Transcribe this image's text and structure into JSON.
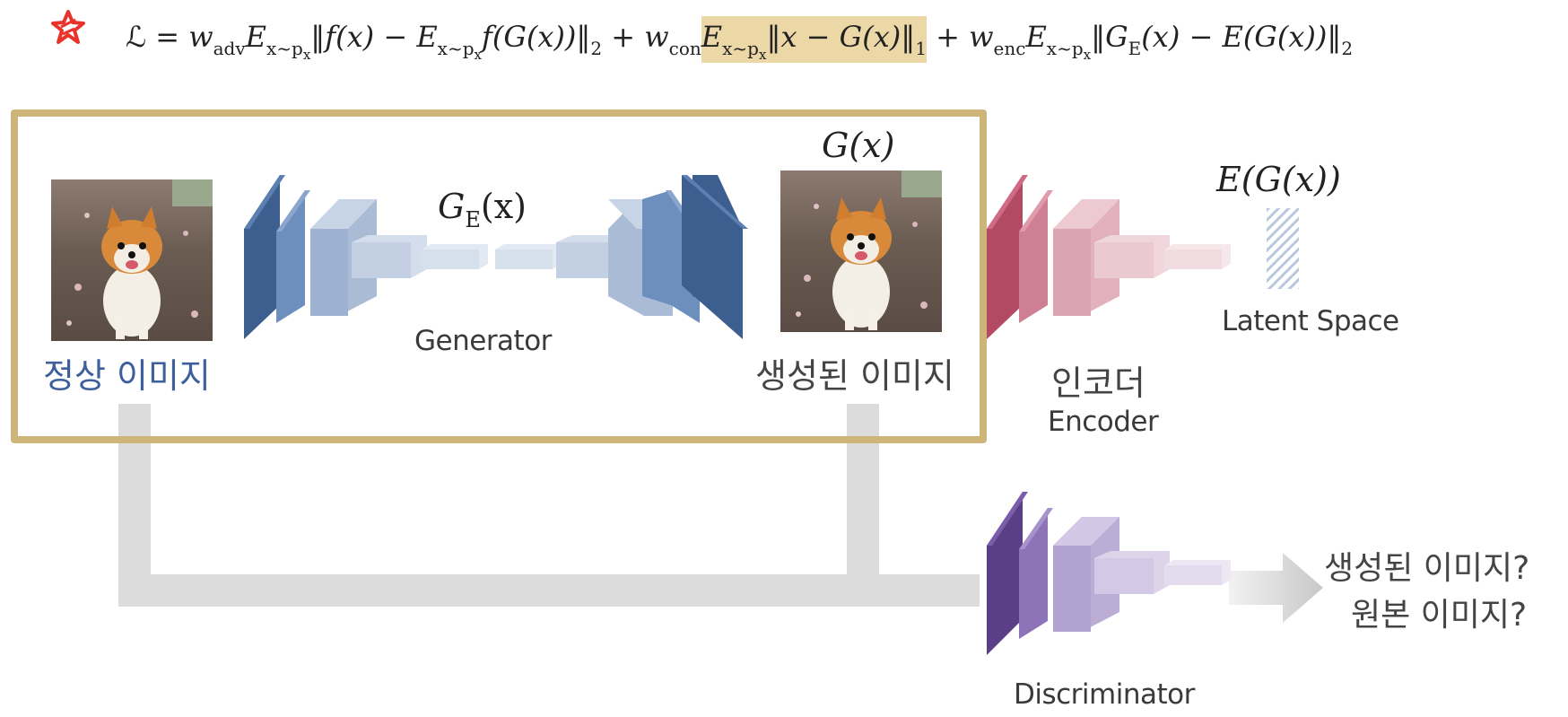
{
  "formula": {
    "icon": "red-star-icon",
    "loss_symbol": "ℒ",
    "equals": "=",
    "w_adv": "w",
    "w_adv_sub": "adv",
    "expect": "E",
    "expect_sub": "x~p",
    "expect_subsub": "x",
    "term1_body": "‖f(x) − ",
    "term1_body2": "f(G(x))‖",
    "norm2": "2",
    "plus": "+",
    "w_con": "w",
    "w_con_sub": "con",
    "term2_body": "‖x − G(x)‖",
    "norm1": "1",
    "w_enc": "w",
    "w_enc_sub": "enc",
    "term3_body": "‖G",
    "term3_sub": "E",
    "term3_body2": "(x) − E(G(x))‖"
  },
  "labels": {
    "ge_x_main": "G",
    "ge_x_sub": "E",
    "ge_x_tail": "(x)",
    "g_x": "G(x)",
    "e_g_x": "E(G(x))",
    "generator": "Generator",
    "encoder_ko": "인코더",
    "encoder_en": "Encoder",
    "latent_space": "Latent Space",
    "discriminator": "Discriminator",
    "normal_image": "정상 이미지",
    "generated_image": "생성된 이미지",
    "question_generated": "생성된 이미지?",
    "question_original": "원본 이미지?"
  },
  "colors": {
    "highlight": "#ecd7a6",
    "frame": "#cdb57a",
    "generator_dark": "#3d5f8f",
    "encoder_dark": "#b34a63",
    "discriminator_dark": "#5a3f86",
    "connector_gray": "#dcdcdc",
    "normal_label_blue": "#3d5f9c"
  }
}
